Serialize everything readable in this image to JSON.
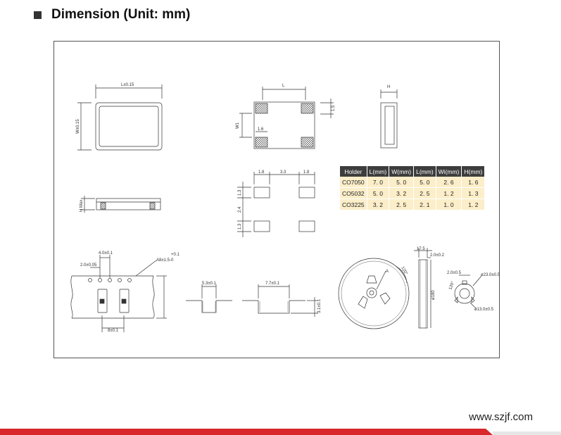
{
  "heading": {
    "text": "Dimension (Unit: mm)"
  },
  "drawing": {
    "top_view": {
      "length": "L±0.15",
      "width": "W±0.15"
    },
    "side_view": {
      "height": "H Max"
    },
    "pad_view": {
      "length": "L",
      "width": "W1",
      "pad": "1.6"
    },
    "end_view": {
      "height": "H",
      "pad": "1.5"
    },
    "land_pattern": {
      "left": "1.8",
      "gap": "3.3",
      "right": "1.8",
      "row_top": "1.3",
      "row_gap": "2.4",
      "row_bottom": "1.3"
    },
    "tape": {
      "pitch_top": "4.0±0.1",
      "hole_pitch": "2.0±0.05",
      "a_label": "A8±1.5-0",
      "a_tol": "+0.1",
      "pocket_pitch": "8±0.1"
    },
    "pocket_small": {
      "width": "5.3±0.1"
    },
    "pocket_large": {
      "width": "7.7±0.1",
      "depth": "3.1±0.1"
    },
    "reel": {
      "hub": "A",
      "angle": "120°",
      "width": "17.5",
      "flange": "2.0±0.2",
      "diameter": "ø180"
    },
    "hub": {
      "slot": "2.0±0.5",
      "angle": "120°",
      "outer": "ø23.0±0.5",
      "inner": "ø13.0±0.5"
    }
  },
  "table": {
    "headers": [
      "Holder",
      "L(mm)",
      "W(mm)",
      "L(mm)",
      "Wi(mm)",
      "H(mm)"
    ],
    "rows": [
      [
        "CO7050",
        "7. 0",
        "5. 0",
        "5. 0",
        "2. 6",
        "1. 6"
      ],
      [
        "CO5032",
        "5. 0",
        "3. 2",
        "2. 5",
        "1. 2",
        "1. 3"
      ],
      [
        "CO3225",
        "3. 2",
        "2. 5",
        "2. 1",
        "1. 0",
        "1. 2"
      ]
    ]
  },
  "footer": {
    "website": "www.szjf.com"
  },
  "colors": {
    "brand_red": "#d8262b",
    "table_header": "#3d3d3d",
    "table_row": "#fbeec9"
  }
}
